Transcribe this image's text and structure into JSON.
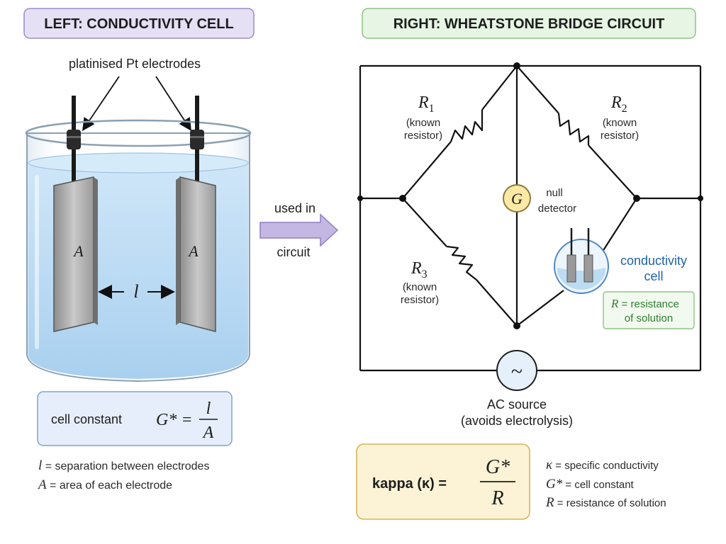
{
  "left_panel": {
    "title": "LEFT: CONDUCTIVITY CELL",
    "electrodes_label": "platinised Pt electrodes",
    "plate_label_left": "A",
    "plate_label_right": "A",
    "separation_symbol": "l",
    "cell_constant": {
      "label": "cell constant",
      "lhs": "G* =",
      "numerator": "l",
      "denominator": "A"
    },
    "legend": [
      {
        "symbol": "l",
        "text": " = separation between electrodes"
      },
      {
        "symbol": "A",
        "text": " = area of each electrode"
      }
    ]
  },
  "arrow": {
    "top": "used in",
    "bottom": "circuit"
  },
  "right_panel": {
    "title": "RIGHT: WHEATSTONE BRIDGE CIRCUIT",
    "r1": {
      "symbol": "R",
      "sub": "1",
      "line1": "(known",
      "line2": "resistor)"
    },
    "r2": {
      "symbol": "R",
      "sub": "2",
      "line1": "(known",
      "line2": "resistor)"
    },
    "r3": {
      "symbol": "R",
      "sub": "3",
      "line1": "(known",
      "line2": "resistor)"
    },
    "detector": {
      "symbol": "G",
      "line1": "null",
      "line2": "detector"
    },
    "cell": {
      "line1": "conductivity",
      "line2": "cell"
    },
    "cell_note": {
      "symbol": "R",
      "line1": " = resistance",
      "line2": "of solution"
    },
    "source": {
      "symbol": "~",
      "line1": "AC source",
      "line2": "(avoids electrolysis)"
    },
    "kappa": {
      "lhs": "kappa (κ) =",
      "numerator": "G*",
      "denominator": "R"
    },
    "legend": [
      {
        "symbol": "κ",
        "text": " = specific conductivity"
      },
      {
        "symbol": "G*",
        "text": " = cell constant"
      },
      {
        "symbol": "R",
        "text": "  = resistance of solution"
      }
    ]
  },
  "colors": {
    "left_title_bg": "#e6e0f5",
    "left_title_border": "#9c8bc9",
    "right_title_bg": "#e7f5e4",
    "right_title_border": "#8dc483",
    "formula_box_bg": "#e5eefa",
    "formula_box_border": "#7fa2cf",
    "kappa_box_bg": "#fcf3d6",
    "kappa_box_border": "#d9b45a",
    "arrow_fill": "#c4b7e3",
    "solution": "#bcdcf3",
    "detector_fill": "#fbe9a5"
  }
}
